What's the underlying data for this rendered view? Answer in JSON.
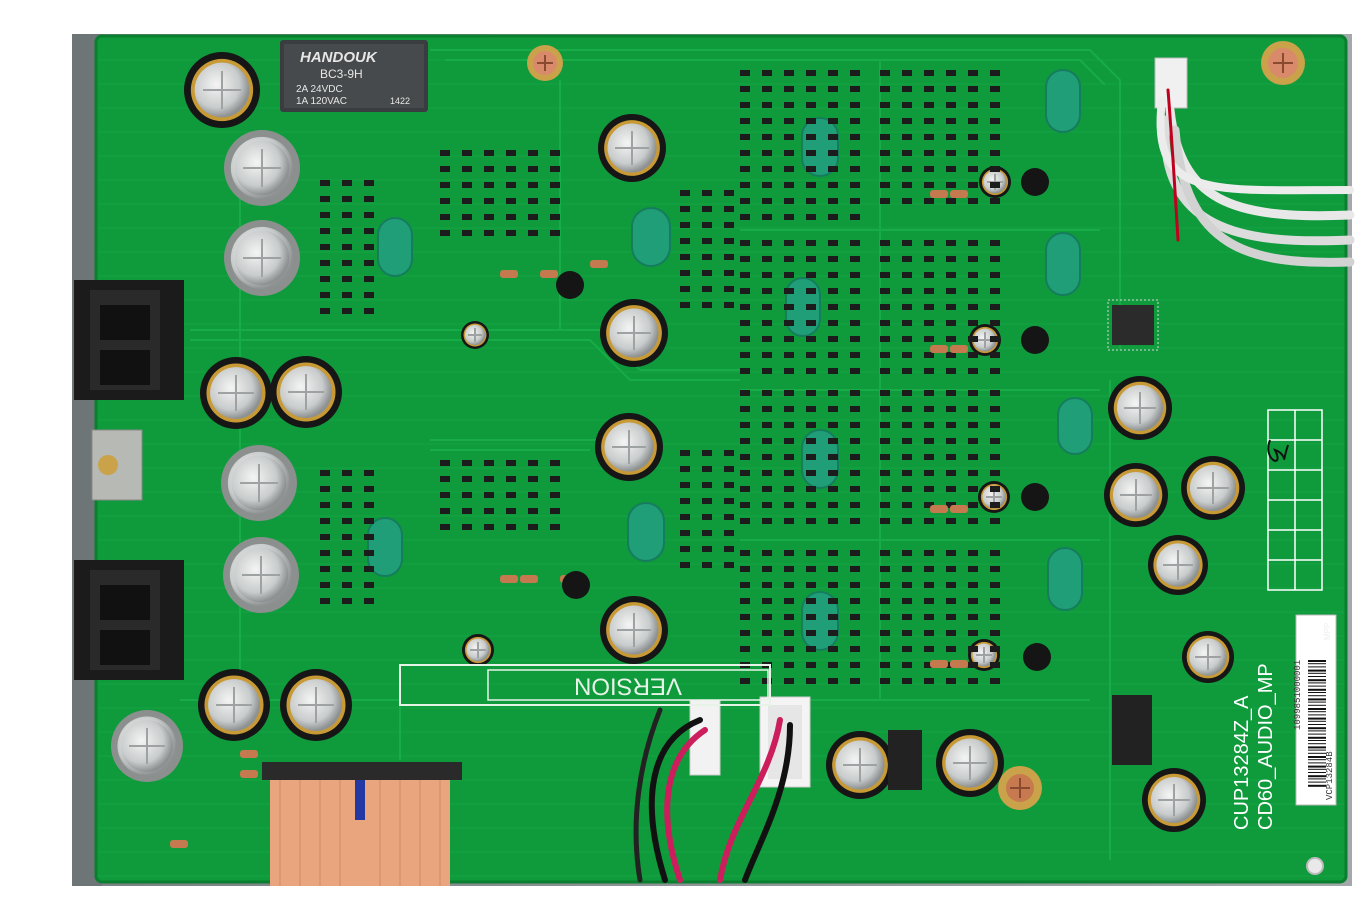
{
  "relay": {
    "brand": "HANDOUK",
    "model": "BC3-9H",
    "rating_1": "2A  24VDC",
    "rating_2": "1A  120VAC",
    "code": "1422"
  },
  "pcb": {
    "version_label": "VERSION",
    "part_number": "CUP13284Z_A",
    "model_name": "CD60_AUDIO_MP",
    "sticker_side": "MPP",
    "sticker_code": "VCP13284B",
    "sticker_serial": "1099851000001"
  },
  "colors": {
    "pcb": "#0f9a3c",
    "pcb_dark": "#0b7f30",
    "trace": "#17ac47",
    "chassis": "#8e9597",
    "ribbon": "#e9a57e",
    "film_cap": "#1f9e77"
  }
}
